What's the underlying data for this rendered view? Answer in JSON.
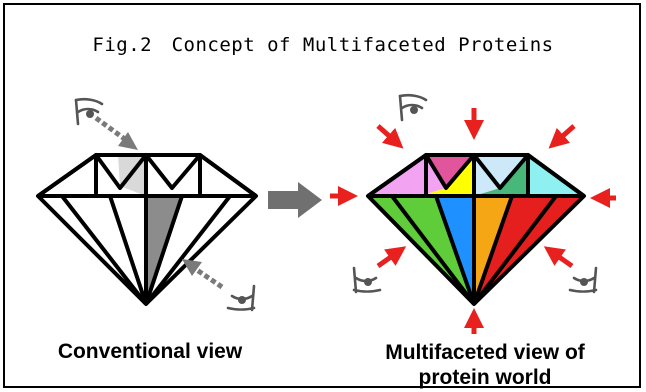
{
  "figure": {
    "title": "Fig.2　Concept of Multifaceted Proteins"
  },
  "left_panel": {
    "caption": "Conventional view",
    "eye_icon": "eye-icon",
    "arrow_color": "#888888"
  },
  "middle": {
    "arrow_color": "#707070"
  },
  "right_panel": {
    "caption_line1": "Multifaceted view of",
    "caption_line2": "protein world",
    "arrow_color": "#e8211f",
    "facet_colors": {
      "upper_left": "#f2a3f2",
      "upper_mid_left": "#e0559c",
      "upper_center_left": "#ffff00",
      "upper_center_right": "#cde8f8",
      "upper_mid_right": "#47b77a",
      "upper_right": "#8ef0f0",
      "lower_left": "#5fcc3a",
      "lower_mid_left": "#1e90ff",
      "lower_mid_right": "#f5a614",
      "lower_right": "#e51e1e"
    }
  },
  "diamond_outline": "#000000",
  "left_shading": {
    "upper_facet": "#d9d9d9",
    "lower_facet": "#8c8c8c"
  }
}
